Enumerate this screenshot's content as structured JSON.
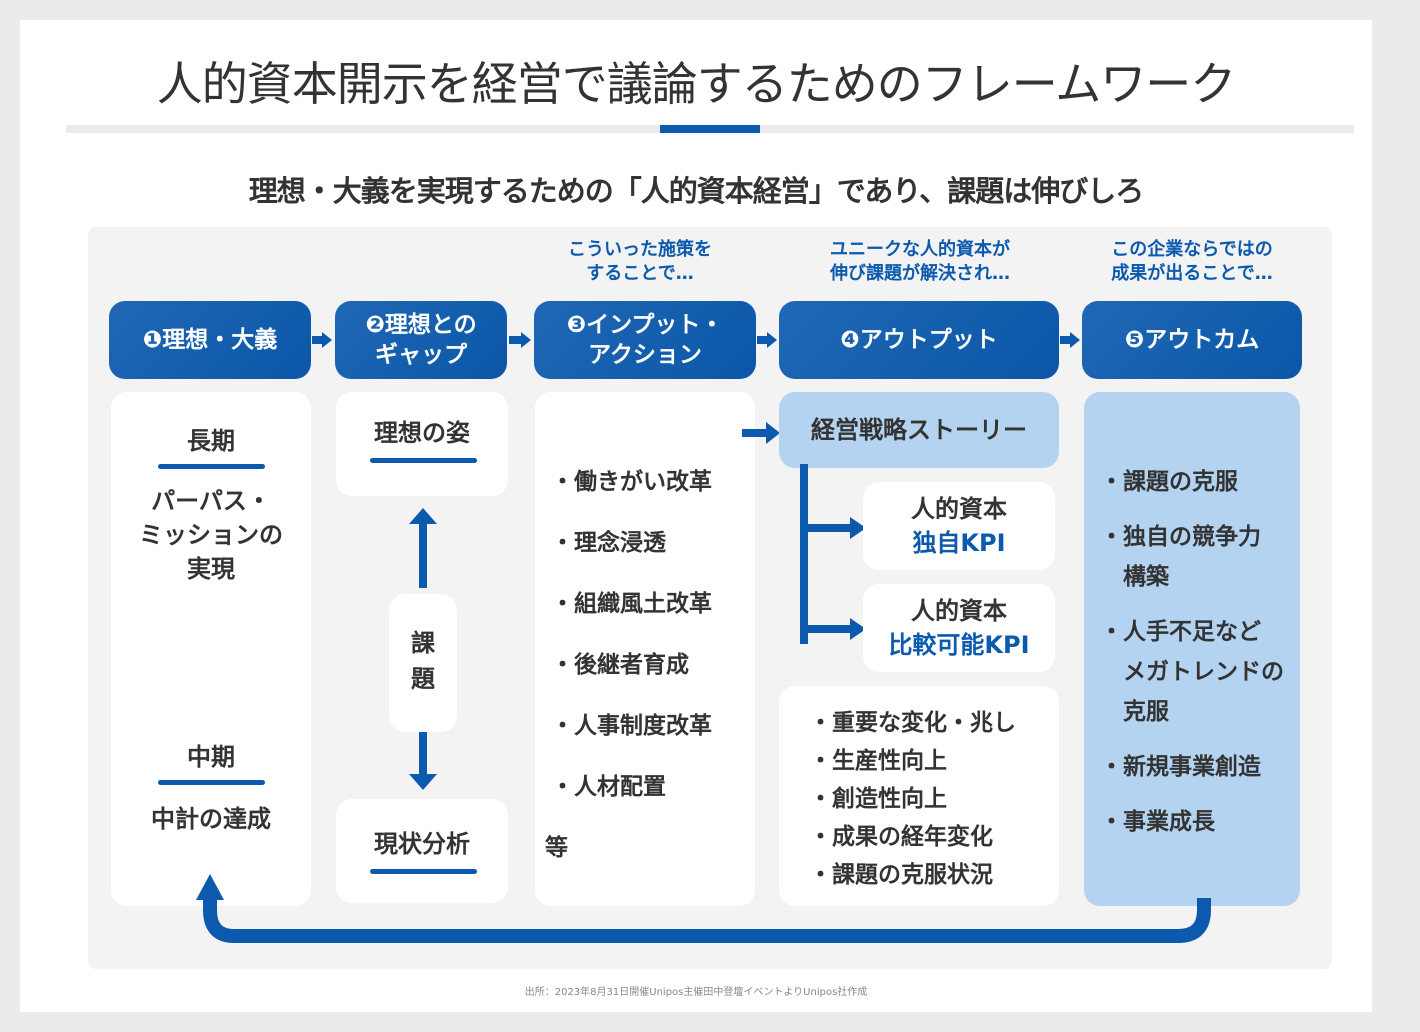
{
  "title": "人的資本開示を経営で議論するためのフレームワーク",
  "subtitle": "理想・大義を実現するための「人的資本経営」であり、課題は伸びしろ",
  "captions": {
    "step3": [
      "こういった施策を",
      "することで…"
    ],
    "step4": [
      "ユニークな人的資本が",
      "伸び課題が解決され…"
    ],
    "step5": [
      "この企業ならではの",
      "成果が出ることで…"
    ]
  },
  "steps": [
    {
      "number": "❶",
      "lines": [
        "理想・大義"
      ]
    },
    {
      "number": "❷",
      "lines": [
        "理想との",
        "ギャップ"
      ]
    },
    {
      "number": "❸",
      "lines": [
        "インプット・",
        "アクション"
      ]
    },
    {
      "number": "❹",
      "lines": [
        "アウトプット"
      ]
    },
    {
      "number": "❺",
      "lines": [
        "アウトカム"
      ]
    }
  ],
  "col1": {
    "long_term_heading": "長期",
    "long_term_text": [
      "パーパス・",
      "ミッションの",
      "実現"
    ],
    "mid_term_heading": "中期",
    "mid_term_text": "中計の達成"
  },
  "col2": {
    "ideal": "理想の姿",
    "issue": [
      "課",
      "題"
    ],
    "current": "現状分析"
  },
  "col3": {
    "items": [
      "・働きがい改革",
      "・理念浸透",
      "・組織風土改革",
      "・後継者育成",
      "・人事制度改革",
      "・人材配置"
    ],
    "etc": "等"
  },
  "col4": {
    "story": "経営戦略ストーリー",
    "kpi1": {
      "line1": "人的資本",
      "line2": "独自KPI"
    },
    "kpi2": {
      "line1": "人的資本",
      "line2": "比較可能KPI"
    },
    "items": [
      "・重要な変化・兆し",
      "・生産性向上",
      "・創造性向上",
      "・成果の経年変化",
      "・課題の克服状況"
    ]
  },
  "col5": {
    "items": [
      [
        "・課題の克服"
      ],
      [
        "・独自の競争力",
        "　構築"
      ],
      [
        "・人手不足など",
        "　メガトレンドの",
        "　克服"
      ],
      [
        "・新規事業創造"
      ],
      [
        "・事業成長"
      ]
    ]
  },
  "source": "出所：2023年8月31日開催Unipos主催田中登壇イベントよりUnipos社作成",
  "colors": {
    "accent": "#0b5aad",
    "light_blue": "#b3d3f1",
    "panel": "#f3f3f3"
  }
}
